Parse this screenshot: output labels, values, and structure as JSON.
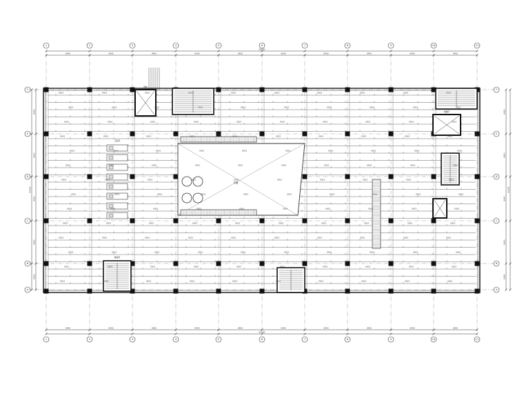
{
  "drawing": {
    "column_grid_labels": [
      "1",
      "2",
      "3",
      "4",
      "5",
      "6",
      "7",
      "8",
      "9",
      "10",
      "11"
    ],
    "row_grid_labels": [
      "F",
      "E",
      "D",
      "C",
      "B",
      "A"
    ],
    "span_dimensions": [
      "8400",
      "8400",
      "8400",
      "8400",
      "8400",
      "8400",
      "8400",
      "8400",
      "8400",
      "8400"
    ],
    "overall_dimension": "84000",
    "bay_dimensions": [
      "8400",
      "8400",
      "8400",
      "8400",
      "8400"
    ],
    "overall_height_dimension": "42000",
    "atrium_label": "中庭",
    "escalator_label": "扶梯",
    "room_labels": [
      "卫生间",
      "楼梯间",
      "电梯厅",
      "管井"
    ],
    "pipe_label": "DN25",
    "colors": {
      "line": "#333333",
      "column": "#111111",
      "background": "#ffffff"
    }
  }
}
